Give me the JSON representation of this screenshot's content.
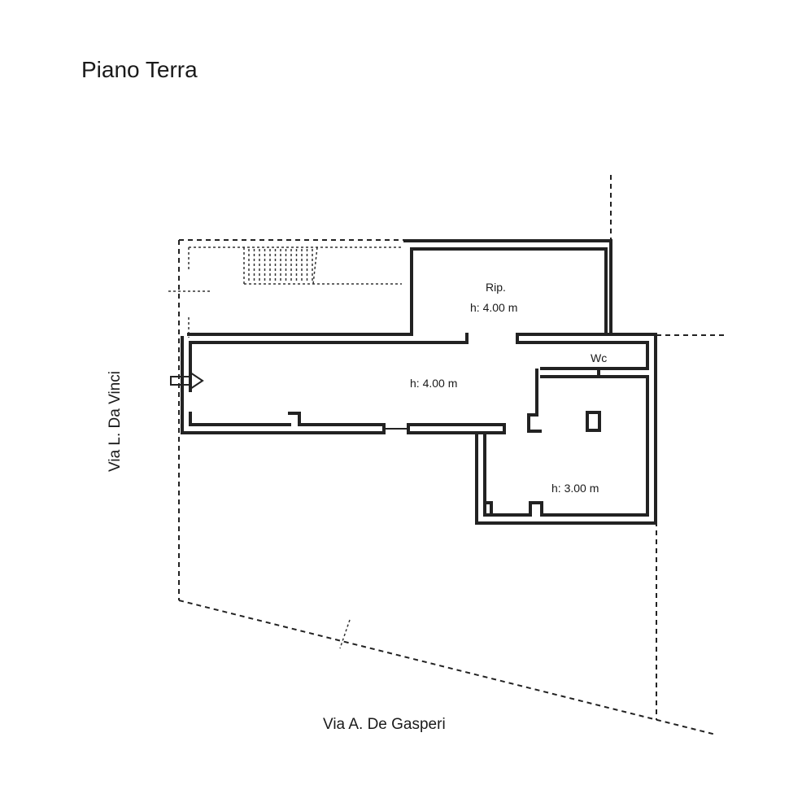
{
  "title": "Piano Terra",
  "streets": {
    "left": "Via L. Da Vinci",
    "bottom": "Via A. De Gasperi"
  },
  "rooms": {
    "storage_name": "Rip.",
    "storage_height": "h: 4.00 m",
    "wc": "Wc",
    "main_height": "h: 4.00 m",
    "back_height": "h: 3.00 m"
  },
  "colors": {
    "line": "#222222",
    "background": "#ffffff"
  },
  "icons": {
    "entrance": "entrance-arrow-icon"
  }
}
